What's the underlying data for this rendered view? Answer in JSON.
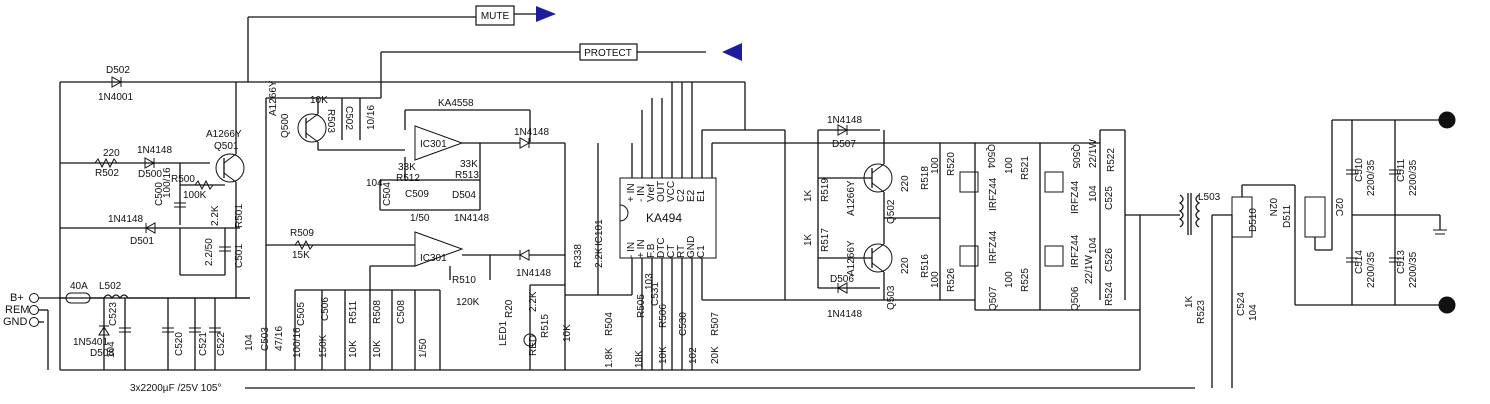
{
  "signals": {
    "mute": "MUTE",
    "protect": "PROTECT"
  },
  "colors": {
    "wire": "#111111",
    "arrow": "#1c1c9c",
    "background": "#ffffff"
  },
  "ports": {
    "b_plus": "B+",
    "rem": "REM",
    "gnd": "GND"
  },
  "note": "3x2200µF /25V 105°",
  "ics": {
    "ic301_top": "IC301",
    "ic301_bot": "IC301",
    "ka4558": "KA4558",
    "ic101": "IC101",
    "ka494": "KA494",
    "ka494_pins_top": [
      "+ IN",
      "- IN",
      "Vref",
      "OUT",
      "VCC",
      "C2",
      "E2",
      "E1"
    ],
    "ka494_pins_bot": [
      "- IN",
      "+ IN",
      "F.B",
      "DTC",
      "CT",
      "RT",
      "GND",
      "C1"
    ]
  },
  "parts": {
    "d502": "D502",
    "d502_val": "1N4001",
    "r502": "R502",
    "r502_val": "220",
    "d500": "D500",
    "d500_val": "1N4148",
    "q501": "Q501",
    "q501_val": "A1266Y",
    "r500": "R500",
    "r500_val": "100K",
    "c500": "C500",
    "c500_val": "100/16",
    "r501": "R501",
    "r501_val": "2.2K",
    "d501": "D501",
    "d501_val": "1N4148",
    "c501": "C501",
    "c501_val": "2.2/50",
    "q500": "Q500",
    "q500_val": "A1266Y",
    "r503": "R503",
    "r503_val": "10K",
    "c502": "C502",
    "c502_val": "10/16",
    "c504": "C504",
    "c504_val": "104",
    "r512": "R512",
    "r512_val": "33K",
    "c509": "C509",
    "c509_val": "1/50",
    "r513": "R513",
    "r513_val": "33K",
    "d504": "D504",
    "d504_val": "1N4148",
    "d_top_out": "1N4148",
    "r509": "R509",
    "r509_val": "15K",
    "r510": "R510",
    "r510_val": "120K",
    "d_bot_out": "1N4148",
    "c503": "C503",
    "c503_val": "47/16",
    "c503_cap": "104",
    "c505": "C505",
    "c505_val": "100/16",
    "c506": "C506",
    "c506_val": "150K",
    "r511": "R511",
    "r511_val": "10K",
    "r508": "R508",
    "r508_val": "10K",
    "c508": "C508",
    "c508_val": "1/50",
    "led1": "LED1",
    "led1_val": "RED",
    "r20": "R20",
    "r20_val": "2.2K",
    "r515": "R515",
    "r515_val": "10K",
    "r338": "R338",
    "r338_val": "2.2K",
    "r504": "R504",
    "r504_val": "1.8K",
    "r505": "R505",
    "r505_val": "18K",
    "c531": "C531",
    "c531_val": "103",
    "r506": "R506",
    "r506_val": "10K",
    "c530": "C530",
    "c530_val": "102",
    "r507": "R507",
    "r507_val": "20K",
    "fuse": "40A",
    "l502": "L502",
    "d508": "D508",
    "d508_val": "1N5401",
    "c523": "C523",
    "c523_val": "104",
    "c520": "C520",
    "c521": "C521",
    "c522": "C522",
    "d507": "D507",
    "d507_val": "1N4148",
    "d506": "D506",
    "d506_val": "1N4148",
    "r519": "R519",
    "r519_val": "1K",
    "r517": "R517",
    "r517_val": "1K",
    "q502": "Q502",
    "q502_val": "A1266Y",
    "q503": "Q503",
    "q503_val": "A1266Y",
    "r518": "R518",
    "r518_val": "220",
    "r516": "R516",
    "r516_val": "220",
    "r520": "R520",
    "r520_val": "100",
    "r521": "R521",
    "r521_val": "100",
    "r526": "R526",
    "r526_val": "100",
    "r525": "R525",
    "r525_val": "100",
    "q504": "Q504",
    "q504_val": "IRFZ44",
    "q505": "Q505",
    "q505_val": "IRFZ44",
    "q507": "Q507",
    "q507_val": "IRFZ44",
    "q506": "Q506",
    "q506_val": "IRFZ44",
    "r522": "R522",
    "r522_val": "22/1W",
    "c525": "C525",
    "c525_val": "104",
    "r524": "R524",
    "r524_val": "22/1W",
    "c526": "C526",
    "c526_val": "104",
    "l503": "L503",
    "r523": "R523",
    "r523_val": "1K",
    "c524": "C524",
    "c524_val": "104",
    "d510": "D510",
    "d510_val": "02N",
    "d511": "D511",
    "d511_val": "02C",
    "c510": "C510",
    "c510_val": "2200/35",
    "c511": "C511",
    "c511_val": "2200/35",
    "c514": "C514",
    "c514_val": "2200/35",
    "c513": "C513",
    "c513_val": "2200/35"
  }
}
